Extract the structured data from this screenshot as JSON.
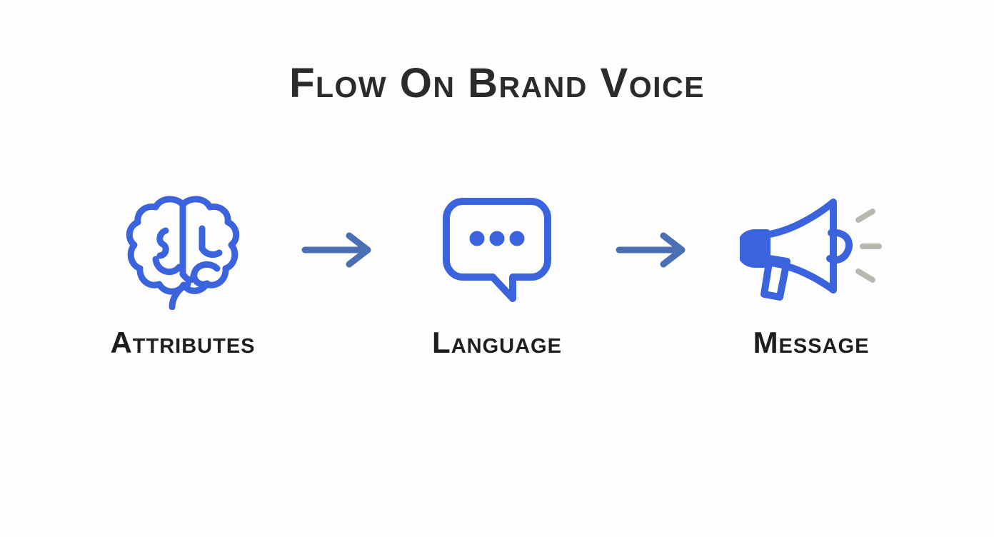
{
  "page": {
    "title": "Flow On Brand Voice",
    "background_color": "#fdfdfd",
    "title_color": "#2b2b2b",
    "label_color": "#1e1e1e",
    "brand_blue": "#3a63dd",
    "arrow_blue": "#4a6fb5",
    "soundwave_gray": "#b8b8b0"
  },
  "flow": {
    "steps": [
      {
        "label": "Attributes",
        "icon": "brain-icon"
      },
      {
        "label": "Language",
        "icon": "speech-bubble-icon"
      },
      {
        "label": "Message",
        "icon": "megaphone-icon"
      }
    ],
    "connectors": [
      {
        "icon": "arrow-right-icon"
      },
      {
        "icon": "arrow-right-icon"
      }
    ]
  }
}
